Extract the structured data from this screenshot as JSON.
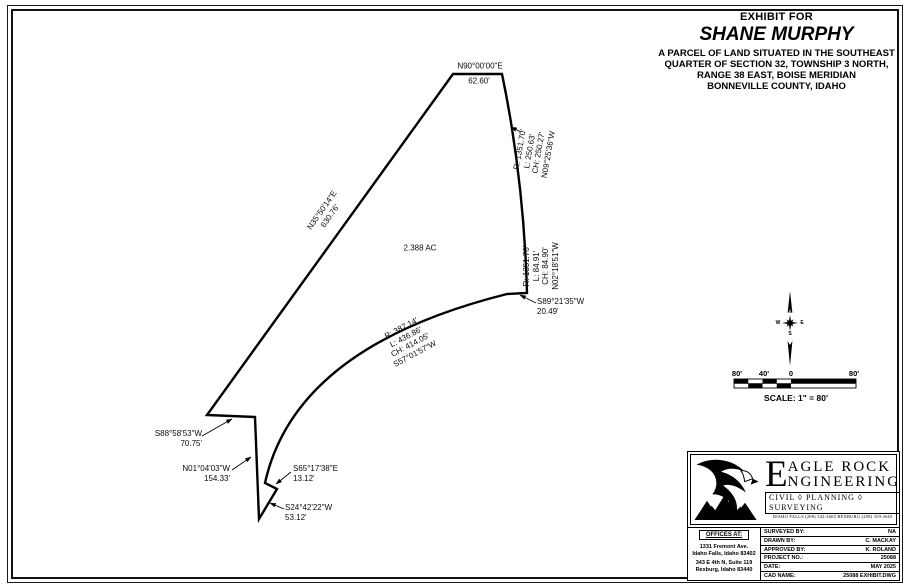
{
  "title": {
    "exhibit_for": "EXHIBIT FOR",
    "client": "SHANE MURPHY",
    "desc_line1": "A PARCEL OF LAND SITUATED IN THE  SOUTHEAST",
    "desc_line2": "QUARTER OF SECTION 32, TOWNSHIP 3 NORTH,",
    "desc_line3": "RANGE 38 EAST, BOISE MERIDIAN",
    "desc_line4": "BONNEVILLE COUNTY, IDAHO"
  },
  "parcel": {
    "area_label": "2.388 AC",
    "north_line": {
      "bearing": "N90°00'00\"E",
      "distance": "62.60'"
    },
    "west_line": {
      "bearing": "N35°50'14\"E",
      "distance": "630.76'"
    },
    "curve_ne": {
      "r": "R: 1351.70'",
      "l": "L: 250.63'",
      "ch": "CH: 250.27'",
      "bearing": "N09°25'36\"W"
    },
    "curve_e": {
      "r": "R: 1351.70'",
      "l": "L: 84.91'",
      "ch": "CH: 84.90'",
      "bearing": "N02°18'51\"W"
    },
    "curve_sw": {
      "r": "R: 387.14'",
      "l": "L: 436.86'",
      "ch": "CH: 414.05'",
      "bearing": "S57°01'57\"W"
    },
    "jog_s89": {
      "bearing": "S89°21'35\"W",
      "distance": "20.49'"
    },
    "line_s88": {
      "bearing": "S88°58'53\"W",
      "distance": "70.75'"
    },
    "line_n01": {
      "bearing": "N01°04'03\"W",
      "distance": "154.33'"
    },
    "line_s65": {
      "bearing": "S65°17'38\"E",
      "distance": "13.12'"
    },
    "line_s24": {
      "bearing": "S24°42'22\"W",
      "distance": "53.12'"
    }
  },
  "compass": {
    "n": "N",
    "s": "S",
    "e": "E",
    "w": "W"
  },
  "scale_bar": {
    "left80": "80'",
    "mid40": "40'",
    "zero": "0",
    "right80": "80'",
    "caption": "SCALE: 1\" = 80'"
  },
  "title_block": {
    "company_initial1": "E",
    "company_word1": "AGLE ROCK",
    "company_initial2": "E",
    "company_word2": "NGINEERING",
    "services": "CIVIL ◊ PLANNING ◊ SURVEYING",
    "phones": "IDAHO FALLS (208) 542-2665      REXBURG (208) 359-2665",
    "offices_heading": "OFFICES AT:",
    "office1_line1": "1331 Fremont Ave.",
    "office1_line2": "Idaho Falls, Idaho 83402",
    "office2_line1": "343 E 4th N, Suite 119",
    "office2_line2": "Rexburg, Idaho 83440",
    "rows": [
      {
        "label": "SURVEYED BY:",
        "value": "NA"
      },
      {
        "label": "DRAWN BY:",
        "value": "C. MACKAY"
      },
      {
        "label": "APPROVED BY:",
        "value": "K. ROLAND"
      },
      {
        "label": "PROJECT NO.:",
        "value": "25088"
      },
      {
        "label": "DATE:",
        "value": "MAY 2025"
      },
      {
        "label": "CAD NAME:",
        "value": "25088 EXHIBIT.DWG"
      }
    ]
  }
}
